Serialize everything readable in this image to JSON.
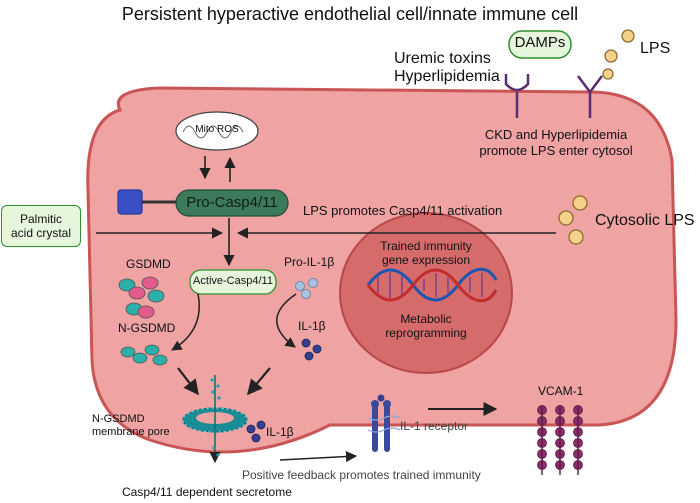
{
  "title": "Persistent hyperactive endothelial cell/innate immune cell",
  "labels": {
    "damps": "DAMPs",
    "lps_top": "LPS",
    "uremic_toxins": "Uremic toxins",
    "hyperlipidemia": "Hyperlipidemia",
    "ckd_line1": "CKD and Hyperlipidemia",
    "ckd_line2": "promote LPS enter cytosol",
    "mito_ros": "Mito ROS",
    "pro_casp": "Pro-Casp4/11",
    "lps_promotes": "LPS promotes Casp4/11 activation",
    "cytosolic_lps": "Cytosolic LPS",
    "palmitic_line1": "Palmitic",
    "palmitic_line2": "acid crystal",
    "gsdmd": "GSDMD",
    "active_casp": "Active-Casp4/11",
    "pro_il1b": "Pro-IL-1β",
    "n_gsdmd": "N-GSDMD",
    "il1b_inside": "IL-1β",
    "trained_line1": "Trained immunity",
    "trained_line2": "gene expression",
    "metabolic_line1": "Metabolic",
    "metabolic_line2": "reprogramming",
    "pore_line1": "N-GSDMD",
    "pore_line2": "membrane pore",
    "il1b_outside": "IL-1β",
    "il1_receptor": "IL-1 receptor",
    "vcam": "VCAM-1",
    "positive_feedback": "Positive feedback promotes trained immunity",
    "secretome": "Casp4/11 dependent secretome"
  },
  "colors": {
    "cell_fill": "#efa3a3",
    "cell_stroke": "#c95555",
    "nucleus_fill": "#d56b6b",
    "label_box": "#e6f6dc",
    "label_box_stroke": "#2f8f2f",
    "pro_casp_fill": "#3d7a5c",
    "anchor_blue": "#3b4fc4",
    "pore_teal": "#2a9aa3",
    "vcam_purple": "#8c2d6a",
    "lps_gold": "#f4d18a"
  },
  "icons": [
    "mitochondrion-icon",
    "dna-helix-icon",
    "lps-particle-icon",
    "receptor-icon",
    "gsdmd-protein-icon",
    "il1b-particle-icon"
  ]
}
